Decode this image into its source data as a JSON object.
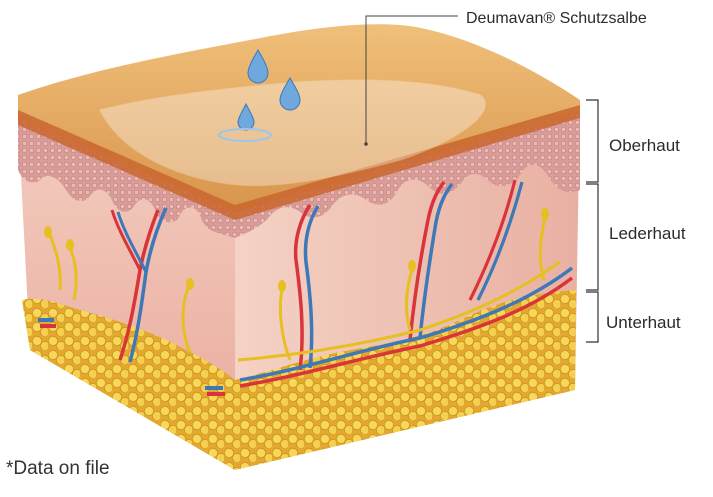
{
  "callout": {
    "product_label": "Deumavan® Schutzsalbe"
  },
  "layers": [
    {
      "label": "Oberhaut"
    },
    {
      "label": "Lederhaut"
    },
    {
      "label": "Unterhaut"
    }
  ],
  "footnote": "*Data on file",
  "colors": {
    "top_skin": "#e2a45e",
    "epidermis": "#d08a88",
    "dermis": "#f0c3b4",
    "fat": "#f2cc4a",
    "artery": "#d8343a",
    "vein": "#3d78b8",
    "nerve": "#e6c020"
  }
}
